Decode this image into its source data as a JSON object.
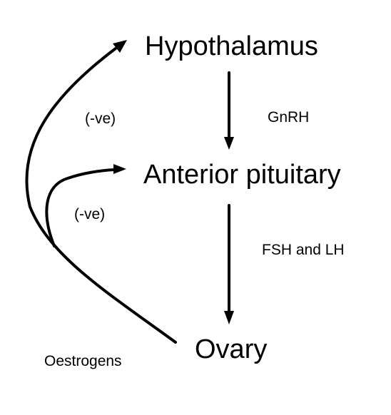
{
  "nodes": {
    "hypothalamus": "Hypothalamus",
    "anterior_pituitary": "Anterior pituitary",
    "ovary": "Ovary"
  },
  "edges": {
    "gnrh": "GnRH",
    "fsh_lh": "FSH and LH",
    "feedback_hypothalamus": "(-ve)",
    "feedback_pituitary": "(-ve)",
    "oestrogens": "Oestrogens"
  },
  "colors": {
    "ink": "#000000",
    "background": "#ffffff"
  }
}
